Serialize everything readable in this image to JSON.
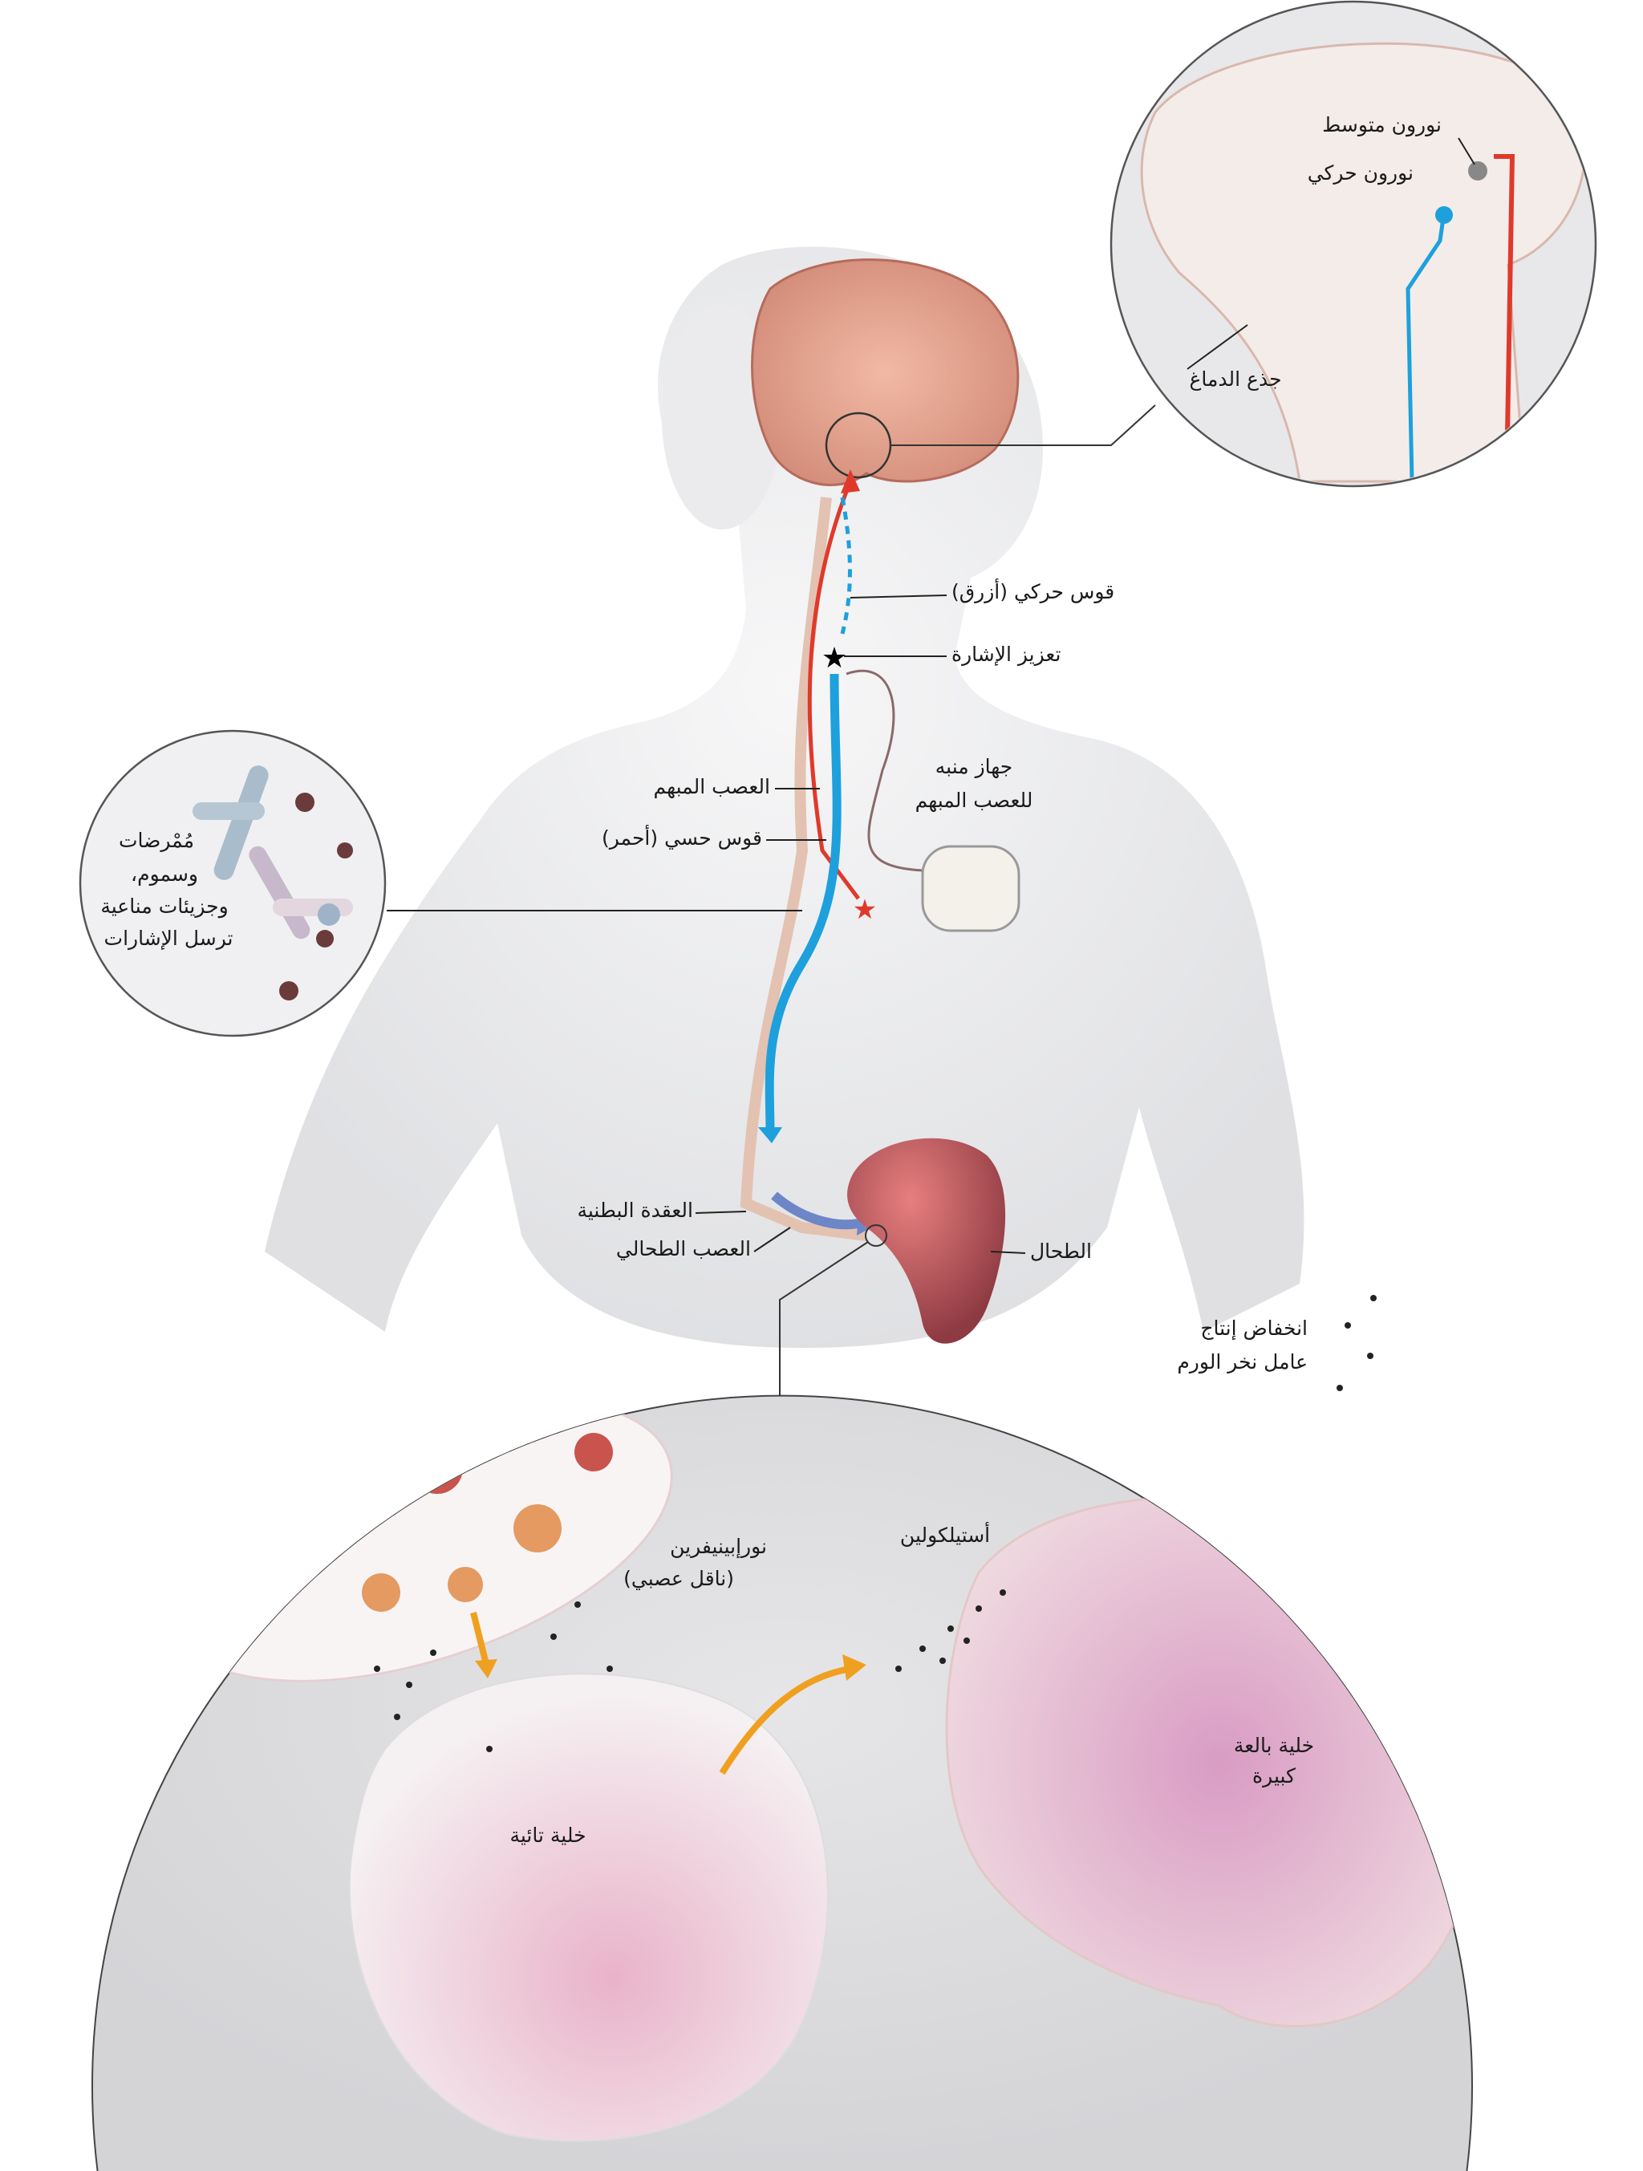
{
  "brainstem_inset": {
    "interneuron": "نورون متوسط",
    "motor_neuron": "نورون حركي",
    "brainstem": "جذع الدماغ"
  },
  "body_labels": {
    "motor_arc": "قوس حركي (أزرق)",
    "signal_boost": "تعزيز الإشارة",
    "stimulator_line1": "جهاز منبه",
    "stimulator_line2": "للعصب المبهم",
    "vagus_nerve": "العصب المبهم",
    "sensory_arc": "قوس حسي (أحمر)",
    "celiac_ganglion": "العقدة البطنية",
    "splenic_nerve": "العصب الطحالي",
    "spleen": "الطحال"
  },
  "pathogen_inset": {
    "line1": "مُمْرضات",
    "line2": "وسموم،",
    "line3": "وجزيئات مناعية",
    "line4": "ترسل الإشارات"
  },
  "cell_inset": {
    "tnf_line1": "انخفاض إنتاج",
    "tnf_line2": "عامل نخر الورم",
    "norepinephrine_line1": "نورإبينيفرين",
    "norepinephrine_line2": "(ناقل عصبي)",
    "acetylcholine": "أستيلكولين",
    "t_cell": "خلية تائية",
    "macrophage_line1": "خلية بالعة",
    "macrophage_line2": "كبيرة"
  },
  "colors": {
    "sensory": "#e0392b",
    "motor": "#1ea0dc",
    "arrow": "#f0a020",
    "spleen": "#b8454a"
  }
}
